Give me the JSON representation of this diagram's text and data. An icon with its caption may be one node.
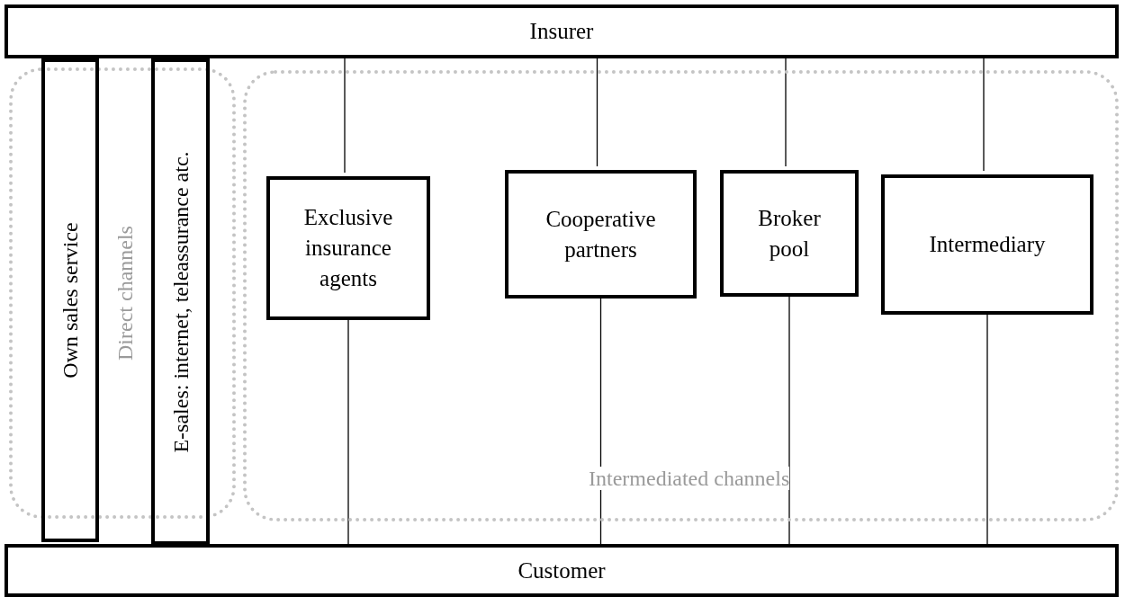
{
  "diagram": {
    "nodes": [
      {
        "text": [
          "Insurer"
        ]
      },
      {
        "text": [
          "Direct channels"
        ]
      },
      {
        "text": [
          "Own sales service"
        ]
      },
      {
        "text": [
          "E-sales: internet, teleassurance atc."
        ]
      },
      {
        "text": [
          "Intermediated channels"
        ]
      },
      {
        "text": [
          "Exclusive insurance agents"
        ],
        "in": 4
      },
      {
        "text": [
          "Cooperative partners"
        ],
        "in": 4
      },
      {
        "text": [
          "Broker pool"
        ],
        "in": 4
      },
      {
        "text": [
          "Intermediary"
        ],
        "in": 4
      },
      {
        "text": [
          "Customer"
        ]
      }
    ],
    "edges": [
      {
        "from": 0,
        "to": 5,
        "arrow": "none"
      },
      {
        "from": 5,
        "to": 9,
        "arrow": "none"
      },
      {
        "from": 0,
        "to": 6,
        "arrow": "none"
      },
      {
        "from": 6,
        "to": 9,
        "arrow": "none"
      },
      {
        "from": 0,
        "to": 7,
        "arrow": "none"
      },
      {
        "from": 7,
        "to": 9,
        "arrow": "none"
      },
      {
        "from": 0,
        "to": 8,
        "arrow": "none"
      },
      {
        "from": 8,
        "to": 9,
        "arrow": "none"
      }
    ]
  }
}
